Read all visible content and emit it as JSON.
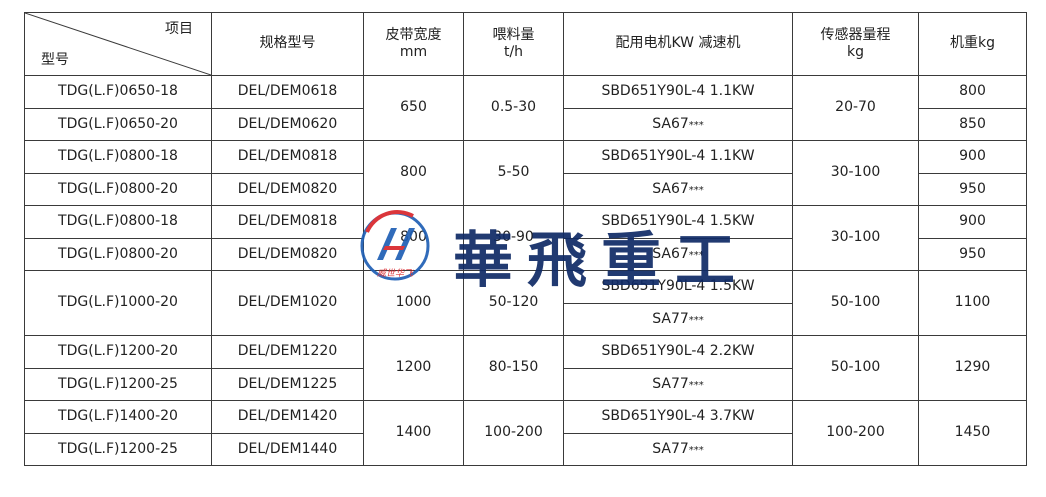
{
  "table": {
    "header": {
      "corner_top": "项目",
      "corner_bottom": "型号",
      "spec": "规格型号",
      "belt_width": "皮带宽度",
      "belt_width_unit": "mm",
      "feed": "喂料量",
      "feed_unit": "t/h",
      "motor": "配用电机KW  减速机",
      "sensor": "传感器量程",
      "sensor_unit": "kg",
      "weight": "机重kg"
    },
    "rows": [
      {
        "model": "TDG(L.F)0650-18",
        "spec": "DEL/DEM0618",
        "motor": "SBD651Y90L-4  1.1KW"
      },
      {
        "model": "TDG(L.F)0650-20",
        "spec": "DEL/DEM0620",
        "motor": "SA67"
      },
      {
        "model": "TDG(L.F)0800-18",
        "spec": "DEL/DEM0818",
        "motor": "SBD651Y90L-4  1.1KW"
      },
      {
        "model": "TDG(L.F)0800-20",
        "spec": "DEL/DEM0820",
        "motor": "SA67"
      },
      {
        "model": "TDG(L.F)0800-18",
        "spec": "DEL/DEM0818",
        "motor": "SBD651Y90L-4  1.5KW"
      },
      {
        "model": "TDG(L.F)0800-20",
        "spec": "DEL/DEM0820",
        "motor": "SA67"
      },
      {
        "model": "TDG(L.F)1000-20",
        "spec": "DEL/DEM1020",
        "motor": "SBD651Y90L-4  1.5KW"
      },
      {
        "motor": "SA77"
      },
      {
        "model": "TDG(L.F)1200-20",
        "spec": "DEL/DEM1220",
        "motor": "SBD651Y90L-4  2.2KW"
      },
      {
        "model": "TDG(L.F)1200-25",
        "spec": "DEL/DEM1225",
        "motor": "SA77"
      },
      {
        "model": "TDG(L.F)1400-20",
        "spec": "DEL/DEM1420",
        "motor": "SBD651Y90L-4  3.7KW"
      },
      {
        "model": "TDG(L.F)1200-25",
        "spec": "DEL/DEM1440",
        "motor": "SA77"
      }
    ],
    "groups": [
      {
        "belt_width": "650",
        "feed": "0.5-30",
        "sensor": "20-70",
        "weights": [
          "800",
          "850"
        ]
      },
      {
        "belt_width": "800",
        "feed": "5-50",
        "sensor": "30-100",
        "weights": [
          "900",
          "950"
        ]
      },
      {
        "belt_width": "800",
        "feed": "30-90",
        "sensor": "30-100",
        "weights": [
          "900",
          "950"
        ]
      },
      {
        "belt_width": "1000",
        "feed": "50-120",
        "sensor": "50-100",
        "weights": [
          "1100"
        ]
      },
      {
        "belt_width": "1200",
        "feed": "80-150",
        "sensor": "50-100",
        "weights": [
          "1290"
        ]
      },
      {
        "belt_width": "1400",
        "feed": "100-200",
        "sensor": "100-200",
        "weights": [
          "1450"
        ]
      }
    ],
    "stars": "***"
  },
  "logo": {
    "name": "華飛重工",
    "badge_letter": "H",
    "badge_caption": "威世华飞",
    "colors": {
      "text": "#0f2a66",
      "blue": "#1f5fb5",
      "red": "#d8262b"
    }
  }
}
